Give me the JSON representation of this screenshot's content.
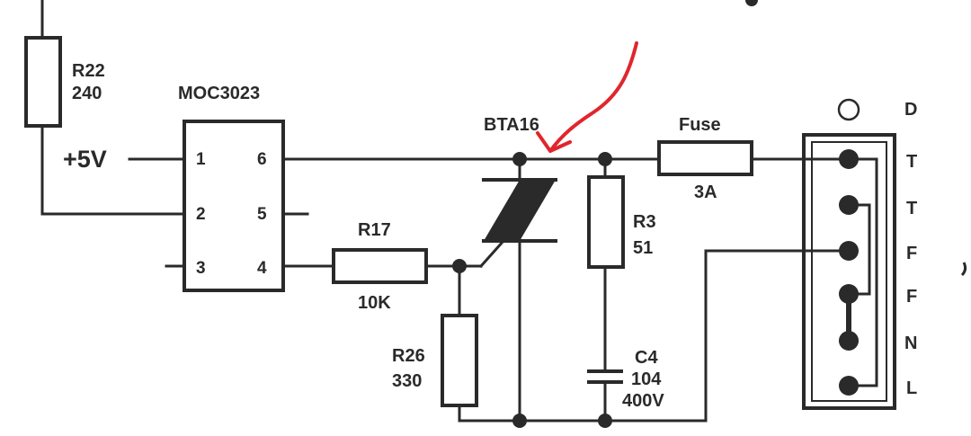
{
  "labels": {
    "r22_name": "R22",
    "r22_value": "240",
    "moc_name": "MOC3023",
    "supply": "+5V",
    "bta_name": "BTA16",
    "fuse_name": "Fuse",
    "fuse_value": "3A",
    "r17_name": "R17",
    "r17_value": "10K",
    "r3_name": "R3",
    "r3_value": "51",
    "r26_name": "R26",
    "r26_value": "330",
    "c4_name": "C4",
    "c4_value": "104",
    "c4_voltage": "400V"
  },
  "moc_pins": [
    "1",
    "2",
    "3",
    "4",
    "5",
    "6"
  ],
  "terminal_labels": [
    "D",
    "T",
    "T",
    "F",
    "F",
    "N",
    "L"
  ],
  "colors": {
    "ink": "#2a2a2a",
    "annotation_arrow": "#e0262d"
  }
}
